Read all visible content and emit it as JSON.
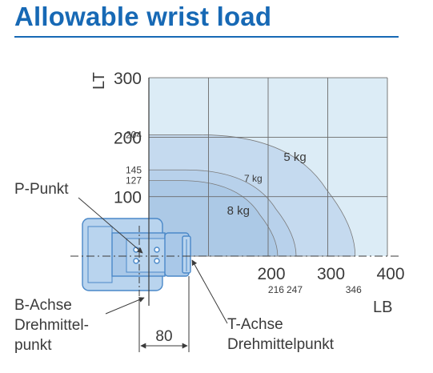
{
  "title": "Allowable wrist load",
  "colors": {
    "brand": "#1769b5",
    "chart_bg": "#dcecf6",
    "region_5kg": "#c5daef",
    "region_7kg": "#b8d1eb",
    "region_8kg": "#acc9e6",
    "wrist_body": "#b9d4ee",
    "wrist_outline": "#4a88c8",
    "gridline": "#6b6b6b"
  },
  "axes": {
    "y_label": "LT",
    "x_label": "LB",
    "y_ticks": [
      "300",
      "200",
      "100"
    ],
    "x_ticks": [
      "200",
      "300",
      "400"
    ],
    "y_small_ticks": [
      "204",
      "145",
      "127"
    ],
    "x_small_ticks": [
      "216",
      "247",
      "346"
    ]
  },
  "chart_data": {
    "type": "area",
    "xlabel": "LB",
    "ylabel": "LT",
    "xlim": [
      0,
      400
    ],
    "ylim": [
      0,
      300
    ],
    "grid": true,
    "series": [
      {
        "name": "5 kg",
        "lt_max": 204,
        "lb_max": 346
      },
      {
        "name": "7 kg",
        "lt_max": 145,
        "lb_max": 247
      },
      {
        "name": "8 kg",
        "lt_max": 127,
        "lb_max": 216
      }
    ]
  },
  "annotations": {
    "p_punkt": "P-Punkt",
    "b_achse_line1": "B-Achse",
    "b_achse_line2": "Drehmittel-",
    "b_achse_line3": "punkt",
    "t_achse_line1": "T-Achse",
    "t_achse_line2": "Drehmittelpunkt",
    "offset_dim": "80"
  }
}
